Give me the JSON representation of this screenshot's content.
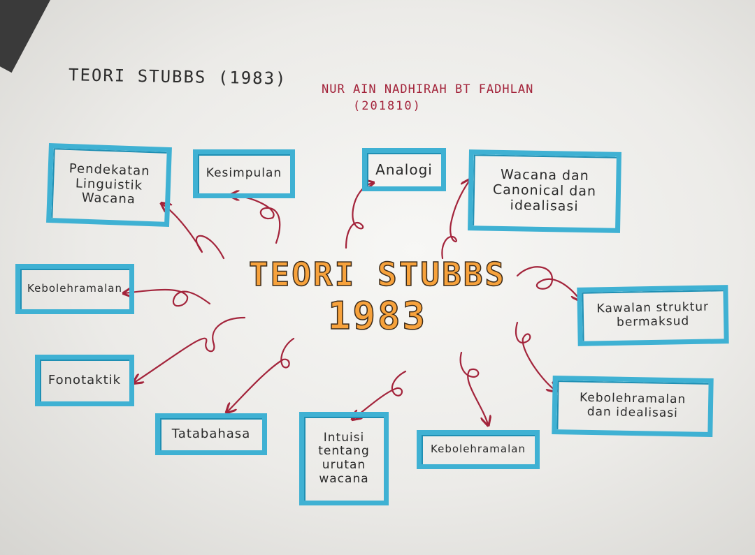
{
  "header": {
    "title": "TEORI STUBBS (1983)",
    "author_name": "NUR AIN NADHIRAH BT FADHLAN",
    "author_id": "(201810)"
  },
  "center": {
    "line1": "TEORI STUBBS",
    "line2": "1983"
  },
  "nodes": {
    "pendekatan": "Pendekatan\nLinguistik\nWacana",
    "kesimpulan": "Kesimpulan",
    "analogi": "Analogi",
    "wacana_canonical": "Wacana dan\nCanonical dan\nidealisasi",
    "kebolehramalan_left": "Kebolehramalan",
    "kawalan": "Kawalan struktur\nbermaksud",
    "fonotaktik": "Fonotaktik",
    "kebolehramalan_idealisasi": "Kebolehramalan\ndan idealisasi",
    "tatabahasa": "Tatabahasa",
    "intuisi": "Intuisi\ntentang\nurutan\nwacana",
    "kebolehramalan_bottom": "Kebolehramalan"
  },
  "colors": {
    "box_border": "#3fb1d3",
    "arrow": "#a3243b",
    "center_fill": "#f7a23c",
    "author_ink": "#a3243b"
  }
}
